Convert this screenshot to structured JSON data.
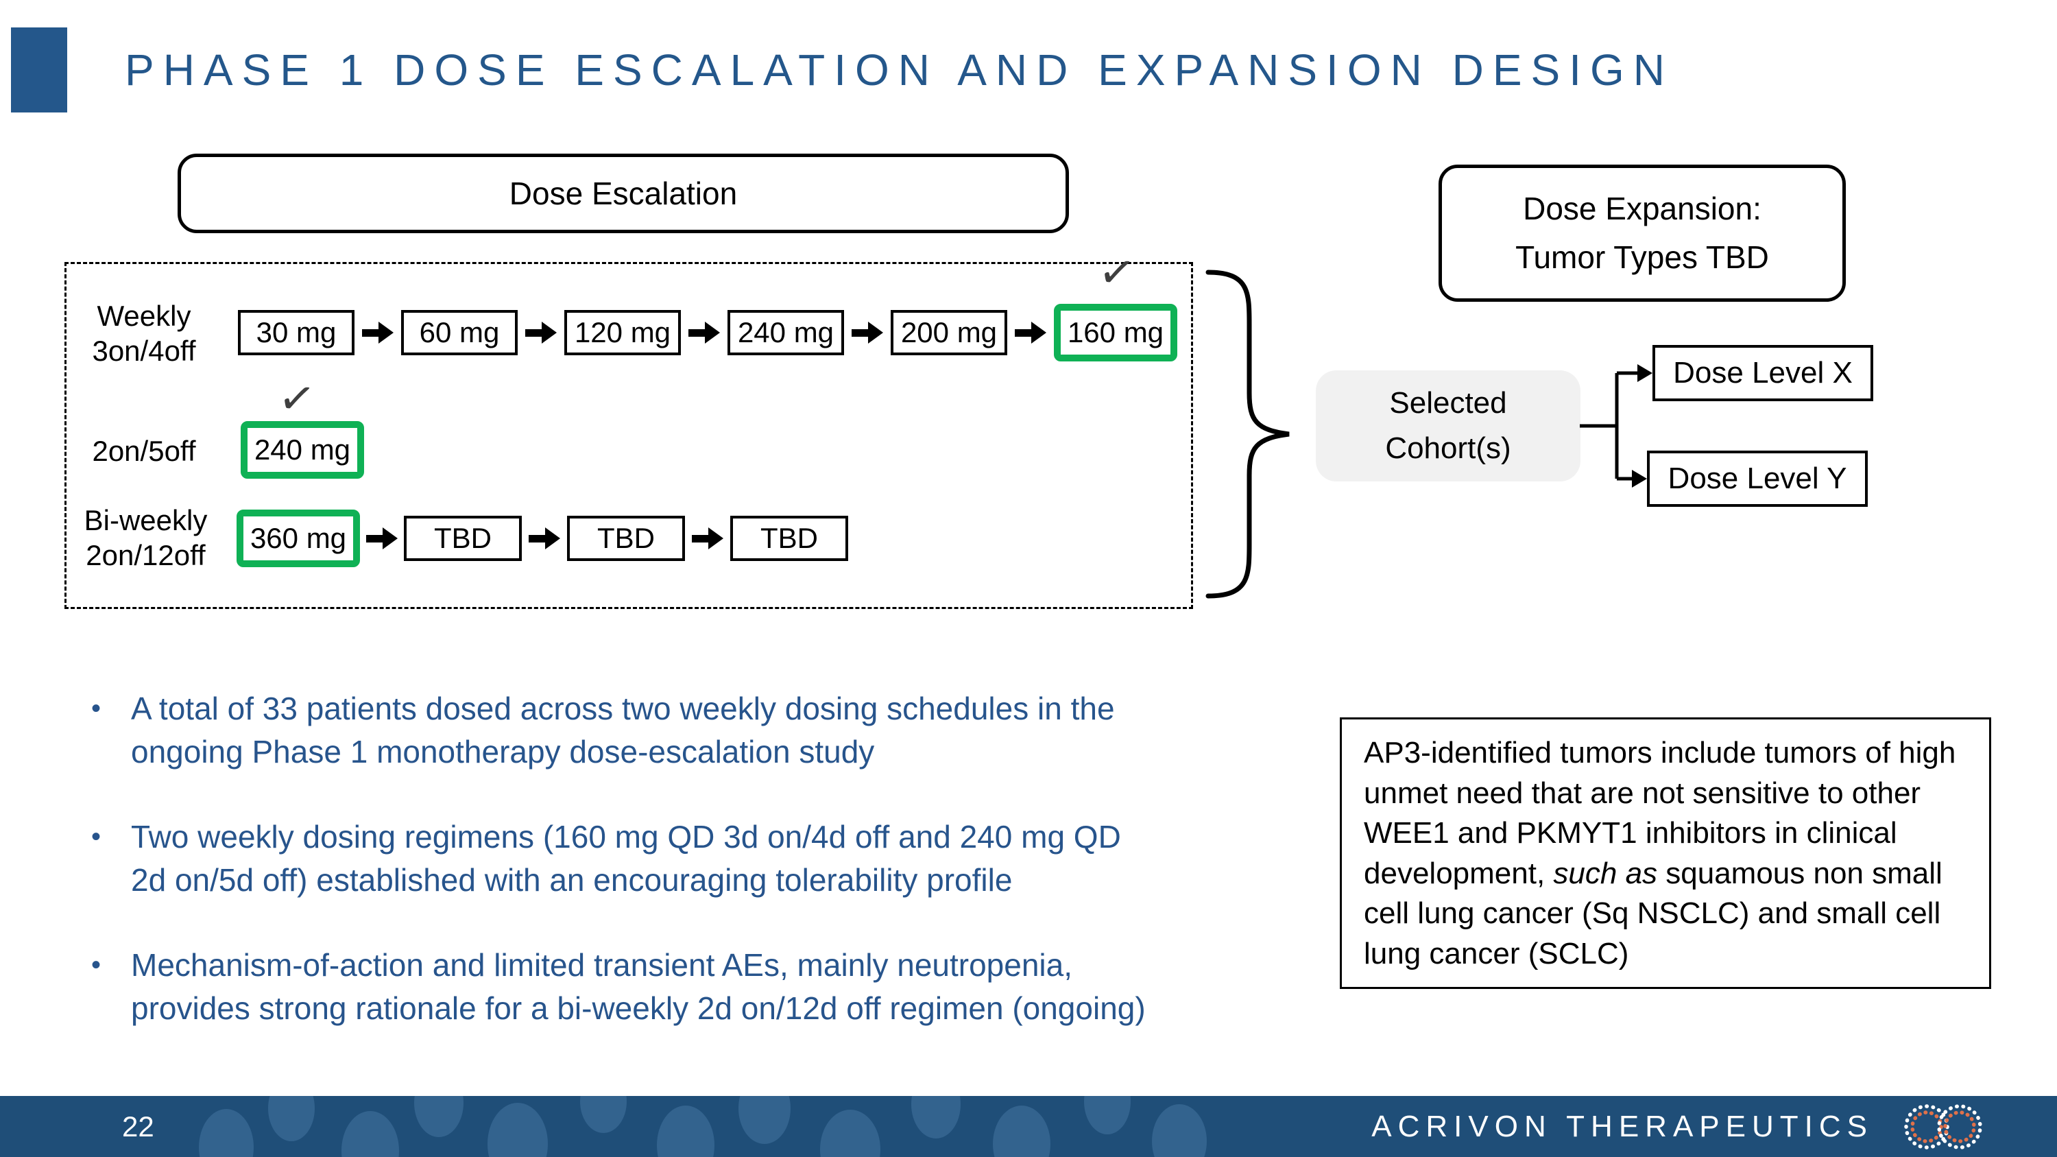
{
  "slide": {
    "title": "PHASE 1 DOSE ESCALATION AND EXPANSION DESIGN",
    "page_number": "22",
    "brand": "ACRIVON THERAPEUTICS"
  },
  "colors": {
    "accent_blue": "#24578B",
    "bullet_blue": "#27548C",
    "green_highlight": "#0FB155",
    "footer_bg": "#1F4E78",
    "footer_oval": "#33638E",
    "logo_orange": "#E0714A",
    "selected_bg": "#F1F1F1",
    "box_border": "#000000"
  },
  "glyphs": {
    "bullet": "•",
    "check": "✓"
  },
  "escalation": {
    "header": "Dose Escalation",
    "rows": [
      {
        "label": "Weekly\n3on/4off",
        "boxes": [
          {
            "label": "30 mg"
          },
          {
            "label": "60 mg"
          },
          {
            "label": "120 mg"
          },
          {
            "label": "240 mg"
          },
          {
            "label": "200 mg"
          },
          {
            "label": "160 mg",
            "highlighted": true,
            "checked": true
          }
        ]
      },
      {
        "label": "2on/5off",
        "boxes": [
          {
            "label": "240 mg",
            "highlighted": true,
            "checked": true
          }
        ]
      },
      {
        "label": "Bi-weekly\n2on/12off",
        "boxes": [
          {
            "label": "360 mg",
            "highlighted": true
          },
          {
            "label": "TBD"
          },
          {
            "label": "TBD"
          },
          {
            "label": "TBD"
          }
        ]
      }
    ]
  },
  "expansion": {
    "header": "Dose Expansion:\nTumor Types TBD",
    "selected": "Selected\nCohort(s)",
    "levels": [
      "Dose Level X",
      "Dose Level Y"
    ]
  },
  "bullets": [
    "A total of 33 patients dosed across two weekly dosing schedules in the\nongoing Phase 1 monotherapy dose-escalation study",
    "Two weekly dosing regimens (160 mg QD 3d on/4d off and 240 mg QD\n2d on/5d off) established with an encouraging tolerability profile",
    "Mechanism-of-action and limited transient AEs, mainly neutropenia,\nprovides strong rationale for a bi-weekly 2d on/12d off regimen (ongoing)"
  ],
  "ap3_box": {
    "part1": "AP3-identified tumors include tumors of high unmet need that are not sensitive to other WEE1 and PKMYT1 inhibitors in clinical development, ",
    "italic": "such as",
    "part2": " squamous non small cell lung cancer (Sq NSCLC) and small cell lung cancer (SCLC)"
  }
}
